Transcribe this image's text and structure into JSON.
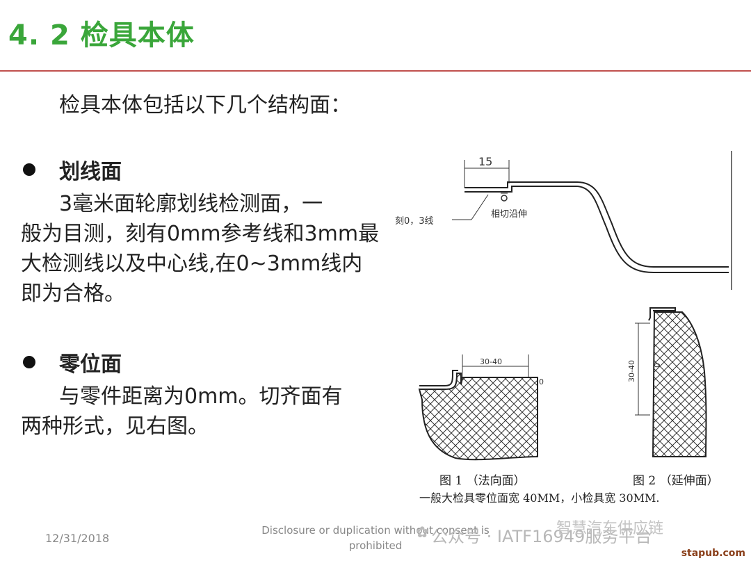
{
  "title": "4. 2  检具本体",
  "intro": "检具本体包括以下几个结构面：",
  "sections": [
    {
      "heading": "划线面",
      "body_indent": "3毫米面轮廓划线检测面，一",
      "body_rest": "般为目测，刻有0mm参考线和3mm最大检测线以及中心线,在0~3mm线内即为合格。"
    },
    {
      "heading": "零位面",
      "body_indent": "与零件距离为0mm。切齐面有",
      "body_rest": "两种形式，见右图。"
    }
  ],
  "figure_top": {
    "dim": "15",
    "label_left": "刻0，3线",
    "label_right": "相切沿伸"
  },
  "figure_bottom": {
    "fig1_dim": "30-40",
    "fig1_mark": "0",
    "fig2_dim": "30-40",
    "fig2_mark": "0",
    "fig1_caption": "图 1  （法向面）",
    "fig2_caption": "图 2  （延伸面）",
    "note": "一般大检具零位面宽 40MM，小检具宽 30MM."
  },
  "footer": {
    "date": "12/31/2018",
    "disclosure": "Disclosure or duplication without consent is prohibited"
  },
  "watermark": {
    "icon": "wechat-icon",
    "text1": "公众号 · IATF16949服务平台",
    "text2": "智慧汽车供应链"
  },
  "site": "stapub.com"
}
